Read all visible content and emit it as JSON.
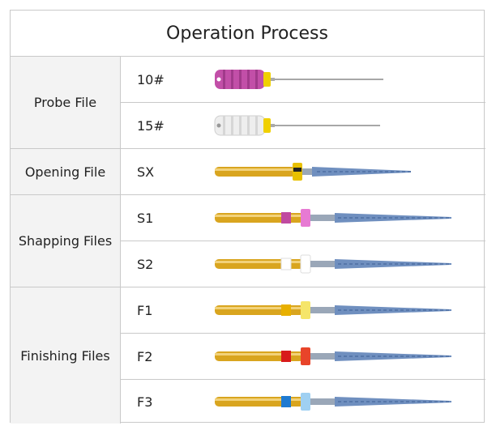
{
  "title": "Operation Process",
  "categories": [
    {
      "label": "Probe File"
    },
    {
      "label": "Opening File"
    },
    {
      "label": "Shapping Files"
    },
    {
      "label": "Finishing Files"
    }
  ],
  "rows": [
    {
      "size": "10#",
      "handle_color": "#c24fa8",
      "ring_color": "#f0d000"
    },
    {
      "size": "15#",
      "handle_color": "#eeeeee",
      "ring_color": "#f0d000"
    },
    {
      "size": "SX",
      "band_color": "#222222",
      "ring_color": "#e8c000"
    },
    {
      "size": "S1",
      "band_color": "#c04aa0",
      "ring_color": "#e77ad3"
    },
    {
      "size": "S2",
      "band_color": "#ffffff",
      "ring_color": "#ffffff"
    },
    {
      "size": "F1",
      "band_color": "#e8b000",
      "ring_color": "#f5e56a"
    },
    {
      "size": "F2",
      "band_color": "#d81b1b",
      "ring_color": "#e8442a"
    },
    {
      "size": "F3",
      "band_color": "#1f7ad1",
      "ring_color": "#9fd0f2"
    }
  ],
  "colors": {
    "border": "#c9c9c9",
    "category_bg": "#f3f3f3",
    "gold": "#d9a51f",
    "blue_blade": "#6f8fbf"
  }
}
